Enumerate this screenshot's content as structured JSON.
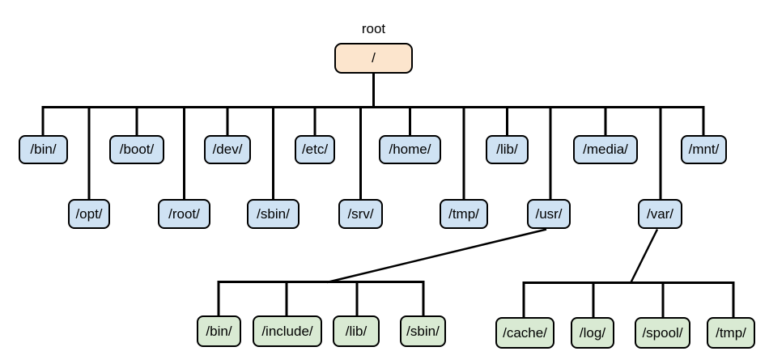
{
  "colors": {
    "root_fill": "#FCE5CD",
    "directory_fill": "#CFE2F3",
    "subdirectory_fill": "#D9EAD3",
    "border": "#000000",
    "line": "#000000"
  },
  "tree": {
    "caption": "root",
    "root_label": "/",
    "level1_row1": [
      "/bin/",
      "/boot/",
      "/dev/",
      "/etc/",
      "/home/",
      "/lib/",
      "/media/",
      "/mnt/"
    ],
    "level1_row2": [
      "/opt/",
      "/root/",
      "/sbin/",
      "/srv/",
      "/tmp/",
      "/usr/",
      "/var/"
    ],
    "usr_children": [
      "/bin/",
      "/include/",
      "/lib/",
      "/sbin/"
    ],
    "var_children": [
      "/cache/",
      "/log/",
      "/spool/",
      "/tmp/"
    ]
  }
}
